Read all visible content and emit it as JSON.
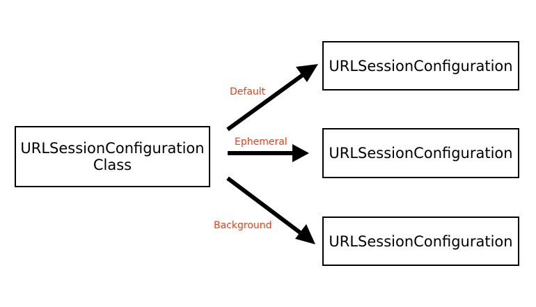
{
  "diagram": {
    "source": {
      "line1": "URLSessionConfiguration",
      "line2": "Class"
    },
    "targets": [
      {
        "label": "URLSessionConfiguration"
      },
      {
        "label": "URLSessionConfiguration"
      },
      {
        "label": "URLSessionConfiguration"
      }
    ],
    "edges": [
      {
        "label": "Default"
      },
      {
        "label": "Ephemeral"
      },
      {
        "label": "Background"
      }
    ]
  },
  "colors": {
    "edge_label": "#e8401c",
    "line": "#000000",
    "box_border": "#000000",
    "background": "#ffffff"
  }
}
